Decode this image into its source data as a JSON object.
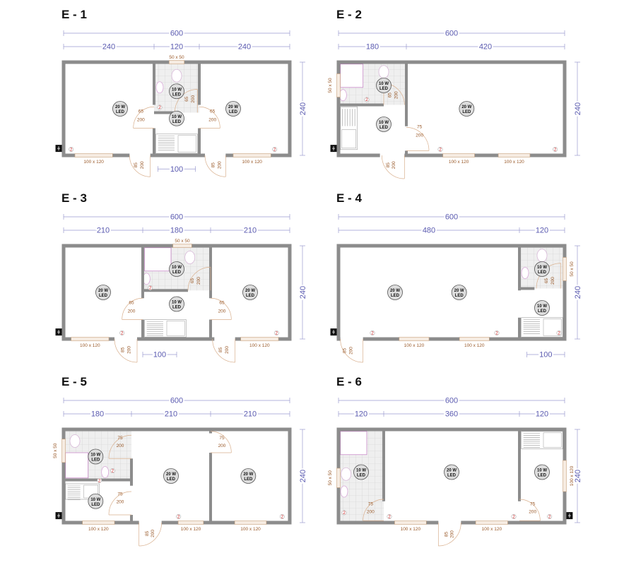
{
  "plans": [
    {
      "title": "E - 1",
      "total": "600",
      "segments": [
        "240",
        "120",
        "240"
      ],
      "height": "240",
      "extra_dim": "100",
      "lights": [
        "20 W",
        "20 W",
        "10 W",
        "10 W"
      ],
      "led": "LED",
      "socket": "2",
      "windows": [
        "100 x 120",
        "100 x 120",
        "50 x 50"
      ],
      "doors": [
        {
          "w": "85",
          "h": "200"
        },
        {
          "w": "85",
          "h": "200"
        },
        {
          "w": "65",
          "h": "200"
        },
        {
          "w": "65",
          "h": "200"
        },
        {
          "w": "65",
          "h": "200"
        }
      ]
    },
    {
      "title": "E - 2",
      "total": "600",
      "segments": [
        "180",
        "420"
      ],
      "height": "240",
      "lights": [
        "20 W",
        "10 W",
        "10 W"
      ],
      "led": "LED",
      "socket": "2",
      "windows": [
        "100 x 120",
        "100 x 120",
        "50 x 50"
      ],
      "doors": [
        {
          "w": "85",
          "h": "200"
        },
        {
          "w": "75",
          "h": "200"
        },
        {
          "w": "65",
          "h": "200"
        }
      ]
    },
    {
      "title": "E - 3",
      "total": "600",
      "segments": [
        "210",
        "180",
        "210"
      ],
      "height": "240",
      "extra_dim": "100",
      "lights": [
        "20 W",
        "20 W",
        "10 W",
        "10 W"
      ],
      "led": "LED",
      "socket": "2",
      "windows": [
        "100 x 120",
        "100 x 120",
        "50 x 50"
      ],
      "doors": [
        {
          "w": "85",
          "h": "200"
        },
        {
          "w": "85",
          "h": "200"
        },
        {
          "w": "65",
          "h": "200"
        },
        {
          "w": "65",
          "h": "200"
        },
        {
          "w": "65",
          "h": "200"
        }
      ]
    },
    {
      "title": "E - 4",
      "total": "600",
      "segments": [
        "480",
        "120"
      ],
      "height": "240",
      "extra_dim": "100",
      "lights": [
        "20 W",
        "20 W",
        "10 W",
        "10 W"
      ],
      "led": "LED",
      "socket": "2",
      "windows": [
        "100 x 120",
        "100 x 120",
        "50 x 50"
      ],
      "doors": [
        {
          "w": "85",
          "h": "200"
        },
        {
          "w": "65",
          "h": "200"
        }
      ]
    },
    {
      "title": "E - 5",
      "total": "600",
      "segments": [
        "180",
        "210",
        "210"
      ],
      "height": "240",
      "lights": [
        "10 W",
        "10 W",
        "20 W",
        "20 W"
      ],
      "led": "LED",
      "socket": "2",
      "windows": [
        "100 x 120",
        "100 x 120",
        "100 x 120",
        "50 x 50"
      ],
      "doors": [
        {
          "w": "85",
          "h": "200"
        },
        {
          "w": "75",
          "h": "200"
        },
        {
          "w": "75",
          "h": "200"
        },
        {
          "w": "75",
          "h": "200"
        }
      ]
    },
    {
      "title": "E - 6",
      "total": "600",
      "segments": [
        "120",
        "360",
        "120"
      ],
      "height": "240",
      "lights": [
        "10 W",
        "20 W",
        "10 W"
      ],
      "led": "LED",
      "socket": "2",
      "windows": [
        "100 x 120",
        "100 x 120",
        "50 x 50",
        "100 x 120"
      ],
      "doors": [
        {
          "w": "85",
          "h": "200"
        },
        {
          "w": "75",
          "h": "200"
        },
        {
          "w": "75",
          "h": "200"
        }
      ]
    }
  ]
}
